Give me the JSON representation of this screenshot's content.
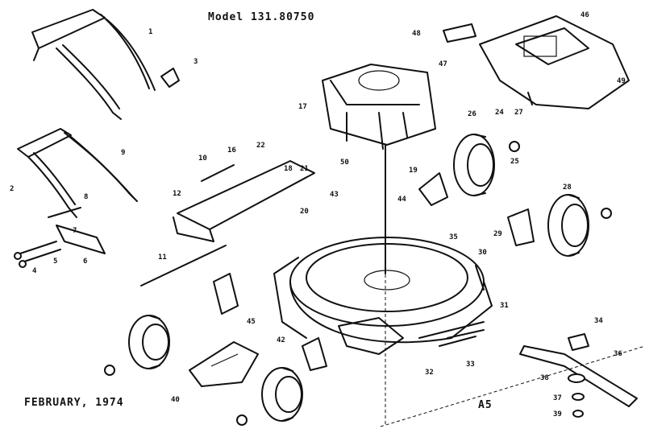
{
  "model_label": "Model 131.80750",
  "date_label": "FEBRUARY, 1974",
  "page_label": "A5",
  "callouts": [
    "1",
    "3",
    "9",
    "2",
    "4",
    "5",
    "6",
    "7",
    "8",
    "16",
    "10",
    "11",
    "12",
    "22",
    "17",
    "18",
    "26",
    "25",
    "24",
    "27",
    "19",
    "20",
    "21",
    "28",
    "29",
    "30",
    "31",
    "32",
    "33",
    "34",
    "35",
    "36",
    "37",
    "38",
    "39",
    "40",
    "42",
    "43",
    "44",
    "45",
    "46",
    "47",
    "48",
    "49",
    "50"
  ]
}
